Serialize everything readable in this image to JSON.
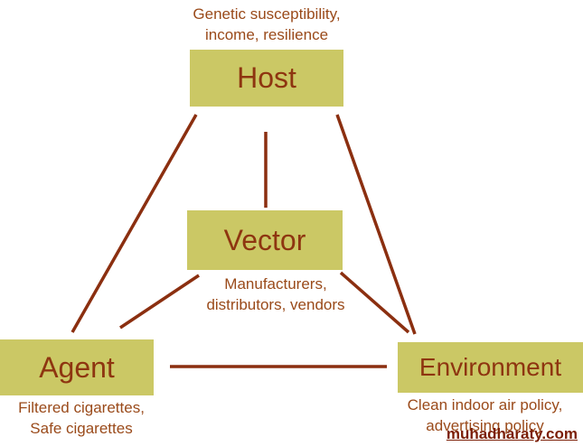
{
  "nodes": {
    "host": {
      "label": "Host",
      "annotation_lines": [
        "Genetic susceptibility,",
        "income, resilience"
      ]
    },
    "vector": {
      "label": "Vector",
      "annotation_lines": [
        "Manufacturers,",
        "distributors, vendors"
      ]
    },
    "agent": {
      "label": "Agent",
      "annotation_lines": [
        "Filtered cigarettes,",
        "Safe cigarettes"
      ]
    },
    "environment": {
      "label": "Environment",
      "annotation_lines": [
        "Clean indoor air policy,",
        "advertising policy"
      ]
    }
  },
  "watermark": "muhadharaty.com",
  "colors": {
    "box_background": "#cbc865",
    "text": "#8e3510",
    "line": "#8b2f10"
  }
}
